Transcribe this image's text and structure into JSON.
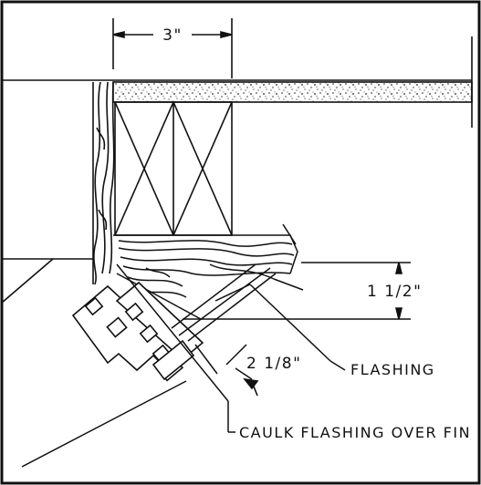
{
  "drawing": {
    "dimensions": {
      "top_width": "3\"",
      "right_height": "1 1/2\"",
      "diagonal": "2 1/8\""
    },
    "notes": {
      "flashing": "FLASHING",
      "caulk": "CAULK FLASHING OVER FIN"
    },
    "colors": {
      "ink": "#111111",
      "paper": "#ffffff"
    }
  }
}
